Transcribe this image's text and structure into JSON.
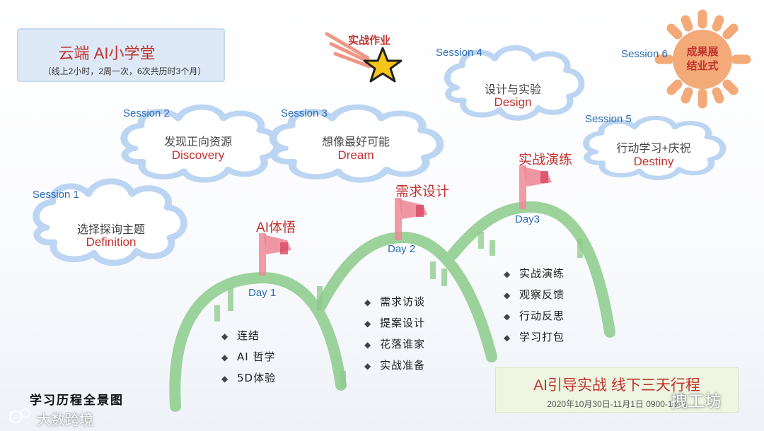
{
  "header": {
    "title": "云端 AI小学堂",
    "subtitle": "（线上2小时，2周一次，6次共历时3个月）"
  },
  "star": {
    "label": "实战作业",
    "color": "#f5c518"
  },
  "sun": {
    "label_line1": "成果展",
    "label_line2": "结业式",
    "color": "#f4a06a"
  },
  "sessions": [
    {
      "session": "Session 1",
      "zh": "选择探询主题",
      "en": "Definition"
    },
    {
      "session": "Session 2",
      "zh": "发现正向资源",
      "en": "Discovery"
    },
    {
      "session": "Session 3",
      "zh": "想像最好可能",
      "en": "Dream"
    },
    {
      "session": "Session 4",
      "zh": "设计与实验",
      "en": "Design"
    },
    {
      "session": "Session 5",
      "zh": "行动学习+庆祝",
      "en": "Destiny"
    },
    {
      "session": "Session 6"
    }
  ],
  "days": [
    {
      "flag": "AI体悟",
      "day": "Day 1",
      "items": [
        "连结",
        "AI 哲学",
        "5D体验"
      ]
    },
    {
      "flag": "需求设计",
      "day": "Day 2",
      "items": [
        "需求访谈",
        "提案设计",
        "花落谁家",
        "实战准备"
      ]
    },
    {
      "flag": "实战演练",
      "day": "Day3",
      "items": [
        "实战演练",
        "观察反馈",
        "行动反思",
        "学习打包"
      ]
    }
  ],
  "offline": {
    "title": "AI引导实战 线下三天行程",
    "date": "2020年10月30日-11月1日 0900-1800"
  },
  "footer": {
    "panorama": "学习历程全景图",
    "watermark_left": "大数跨境",
    "watermark_right": "拽工坊"
  },
  "colors": {
    "accent_red": "#c0322f",
    "session_blue": "#2a6bb5",
    "hill_green": "#8ccb8a",
    "flag_pink": "#ee8a98",
    "cloud_blue": "#bcd5f2"
  },
  "bullet_icon": "diamond-bullet-icon"
}
